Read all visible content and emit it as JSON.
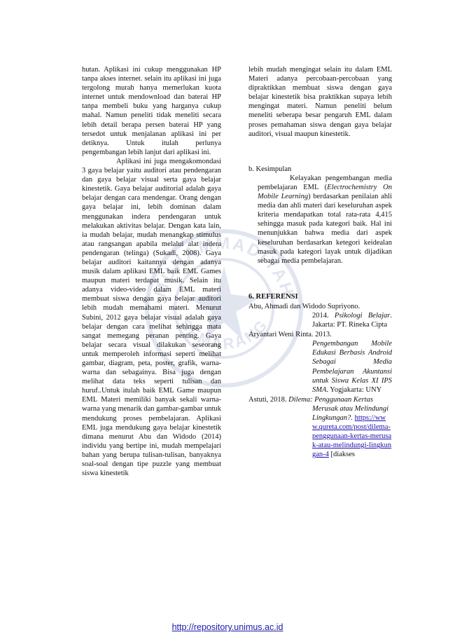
{
  "left_column": {
    "p1": "hutan. Aplikasi ini cukup menggunakan HP tanpa akses internet. selain itu aplikasi ini juga tergolong murah hanya memerlukan kuota internet untuk mendownload dan baterai HP tanpa membeli buku yang harganya cukup mahal. Namun peneliti tidak meneliti secara lebih detail berapa persen baterai HP yang tersedot untuk menjalanan aplikasi ini per detiknya. Untuk itulah perlunya pengembangan lebih lanjut dari aplikasi ini.",
    "p2": "Aplikasi ini juga mengakomondasi 3 gaya belajar yaitu auditori atau pendengaran dan gaya belajar visual serta gaya belajar kinestetik. Gaya belajar auditorial adalah gaya belajar dengan cara mendengar. Orang dengan gaya belajar ini, lebih dominan dalam menggunakan indera pendengaran untuk melakukan aktivitas belajar. Dengan kata lain, ia mudah belajar, mudah menangkap stimulus atau rangsangan apabila melalui alat indera pendengaran (telinga) (Sukadi, 2008). Gaya belajar auditori kaitannya dengan adanya musik dalam aplikasi EML baik EML Games maupun materi terdapat musik. Selain itu adanya video-video dalam EML materi membuat siswa dengan gaya belajar auditori lebih mudah memahami materi. Menurut Subini, 2012 gaya belajar visual adalah gaya belajar dengan cara melihat sehingga mata sangat memegang peranan penting. Gaya belajar secara visual dilakukan seseorang untuk memperoleh informasi seperti melihat gambar, diagram, peta, poster, grafik, warna-warna dan sebagainya. Bisa juga dengan melihat data teks seperti tulisan dan huruf..Untuk itulah baik EML Game maupun EML Materi memiliki banyak sekali warna-warna yang menarik dan gambar-gambar untuk mendukung proses pembelajaran. Aplikasi EML juga mendukung gaya belajar kinestetik dimana menurut Abu dan Widodo (2014) individu yang bertipe ini, mudah mempelajari bahan yang berupa tulisan-tulisan, banyaknya soal-soal dengan tipe puzzle yang membuat siswa kinestetik"
  },
  "right_column": {
    "p_continue": "lebih mudah mengingat selain itu dalam EML Materi adanya percobaan-percobaan yang dipraktikkan membuat siswa dengan gaya belajar kinestetik bisa praktikkan supaya lebih mengingat materi. Namun peneliti belum meneliti seberapa besar pengaruh EML dalam proses pemahaman siswa dengan gaya belajar auditori, visual maupun kinestetik.",
    "kesimpulan_heading": "b.   Kesimpulan",
    "kes_pre": "Kelayakan pengembangan media pembelajaran EML (",
    "kes_italic": "Electrochemistry On Mobile Learning",
    "kes_post": ") berdasarkan penilaian ahli media dan ahli materi dari keseluruhan aspek kriteria mendapatkan total rata-rata 4,415 sehingga masuk pada kategori baik. Hal ini menunjukkan bahwa media dari aspek keseluruhan berdasarkan ketegori keidealan masuk pada kategori layak untuk dijadikan sebagai media pembelajaran.",
    "referensi_heading": "6. REFERENSI",
    "refs": [
      {
        "first": "Abu, Ahmadi dan Widodo Supriyono.",
        "r1": "2014. ",
        "i1": "Psikologi Belajar",
        "r2": ". Jakarta: PT. Rineka Cipta"
      },
      {
        "first": "Aryantari Weni Rinta. 2013.",
        "i1": "Pengembangan Mobile Edukasi Berbasis Android Sebagai Media Pembelajaran Akuntansi untuk Siswa Kelas XI IPS SMA",
        "r2": ". Yogjakarta: UNY"
      },
      {
        "first_pre": "Astuti, 2018. ",
        "first_italic": "Dilema: Penggunaan Kertas",
        "i1": "Merusak atau Melindungi Lingkungan?.",
        "link": "https://www.qureta.com/post/dilema-penggunaan-kertas-merusak-atau-melindungi-lingkungan-4",
        "r2": " [diakses"
      }
    ]
  },
  "watermark": {
    "top_text": "MUHAMMADIYAH",
    "bottom_text": "SEMARANG",
    "color": "#1f3c8f"
  },
  "footer": {
    "url": "http://repository.unimus.ac.id"
  }
}
